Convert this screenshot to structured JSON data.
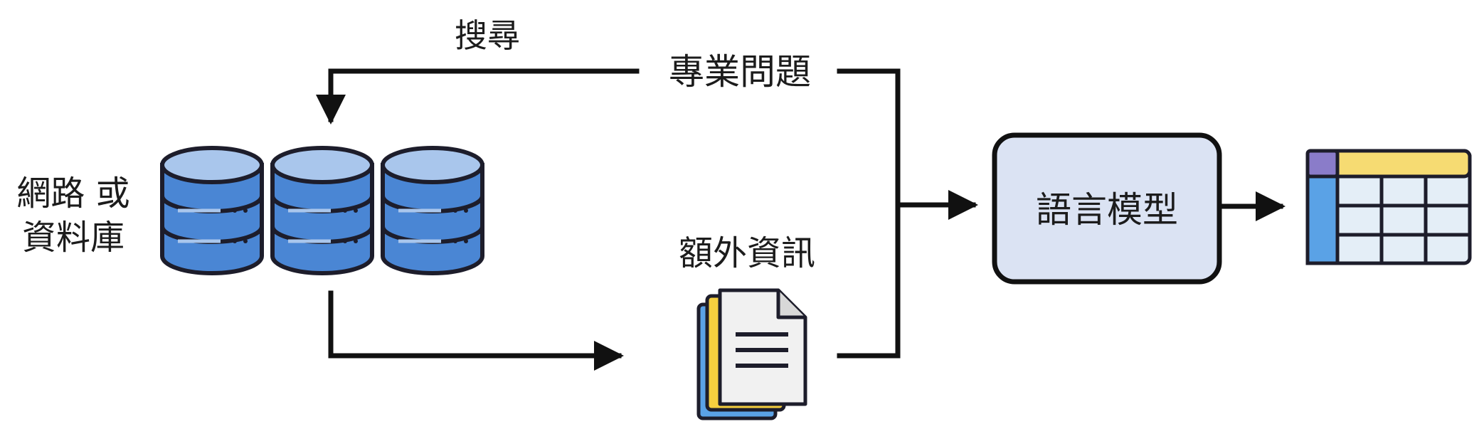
{
  "labels": {
    "search": "搜尋",
    "question": "專業問題",
    "source_line1": "網路 或",
    "source_line2": "資料庫",
    "extra_info": "額外資訊",
    "model": "語言模型"
  },
  "colors": {
    "line": "#111111",
    "db_body": "#4a86d4",
    "db_top": "#a9c6ec",
    "db_outline": "#1d1d2b",
    "model_fill": "#dbe3f3",
    "doc_back_blue": "#5aa2e6",
    "doc_mid_yellow": "#f5cf3f",
    "doc_front": "#f1f1f1",
    "table_header": "#f6db72",
    "table_corner": "#8a7cc9",
    "table_side": "#5aa2e6",
    "table_cell": "#e4eef7"
  },
  "icons": {
    "source": "database-stack-icon",
    "extra_info": "document-stack-icon",
    "output": "table-icon"
  }
}
